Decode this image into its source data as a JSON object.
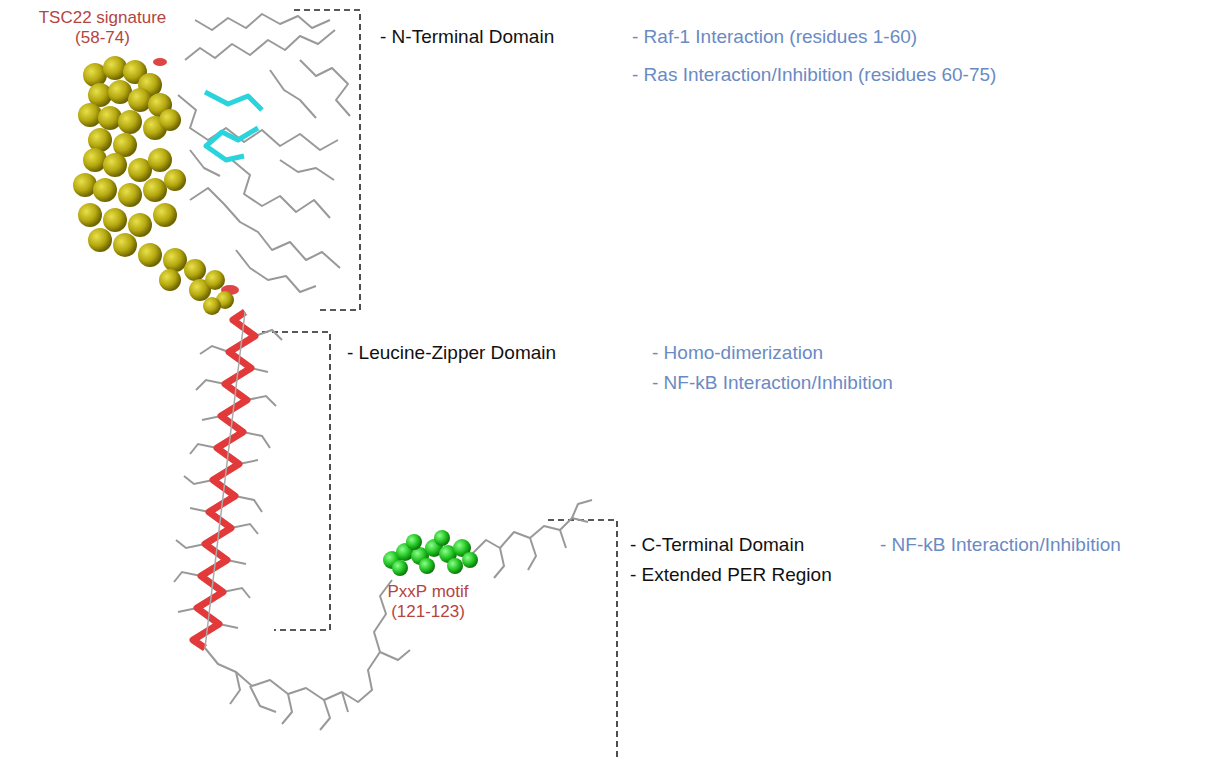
{
  "diagram": {
    "labels": [
      "TSC22 signature (58-74)",
      "- N-Terminal Domain",
      "- Raf-1 Interaction (residues 1-60)",
      "- Ras Interaction/Inhibition (residues 60-75)",
      "- Leucine-Zipper Domain",
      "- Homo-dimerization",
      "- NF-kB Interaction/Inhibition",
      "PxxP motif (121-123)",
      "- C-Terminal Domain",
      "- Extended PER Region",
      "- NF-kB Interaction/Inhibition"
    ]
  }
}
